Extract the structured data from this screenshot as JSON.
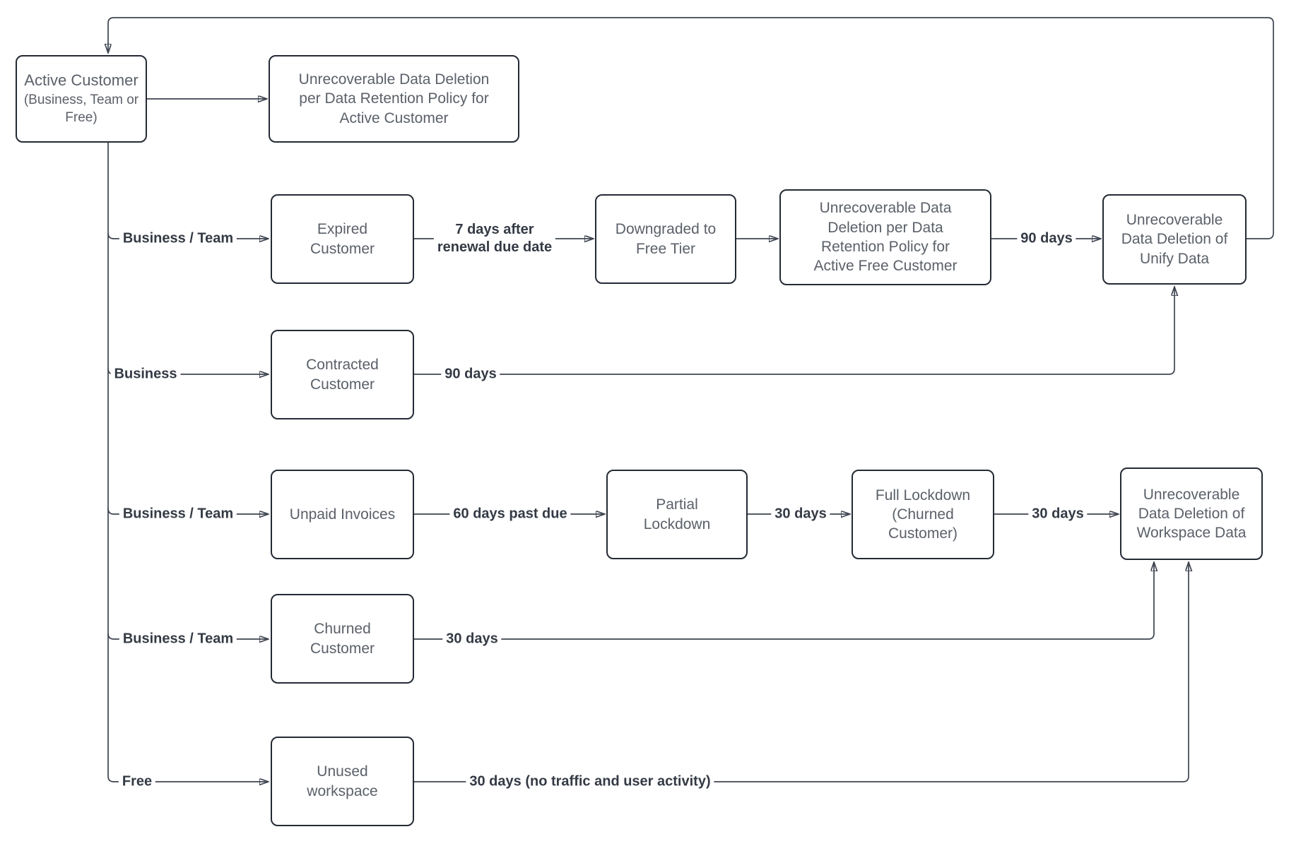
{
  "diagram": {
    "type": "flowchart",
    "background_color": "#ffffff",
    "box_border_color": "#242a34",
    "box_fill_color": "#ffffff",
    "box_text_color": "#5b6069",
    "connector_color": "#3e4450",
    "edge_label_color": "#343a44",
    "nodes": {
      "active_customer": {
        "label": "Active Customer",
        "sublabel": "(Business, Team or\nFree)"
      },
      "deletion_active": {
        "label": "Unrecoverable Data Deletion\nper Data Retention Policy for\nActive Customer"
      },
      "expired_customer": {
        "label": "Expired\nCustomer"
      },
      "downgraded_free_tier": {
        "label": "Downgraded to\nFree Tier"
      },
      "deletion_active_free": {
        "label": "Unrecoverable Data\nDeletion per Data\nRetention Policy for\nActive Free Customer"
      },
      "unify_deletion": {
        "label": "Unrecoverable\nData Deletion of\nUnify Data"
      },
      "contracted_customer": {
        "label": "Contracted\nCustomer"
      },
      "unpaid_invoices": {
        "label": "Unpaid Invoices"
      },
      "partial_lockdown": {
        "label": "Partial\nLockdown"
      },
      "full_lockdown": {
        "label": "Full Lockdown\n(Churned\nCustomer)"
      },
      "workspace_deletion": {
        "label": "Unrecoverable\nData Deletion of\nWorkspace Data"
      },
      "churned_customer": {
        "label": "Churned\nCustomer"
      },
      "unused_workspace": {
        "label": "Unused\nworkspace"
      }
    },
    "edge_labels": {
      "business_team_expired": "Business / Team",
      "seven_days_after_renewal": "7 days after\nrenewal due date",
      "ninety_days_to_unify": "90 days",
      "business_contracted": "Business",
      "ninety_days_contracted": "90 days",
      "business_team_unpaid": "Business / Team",
      "sixty_days_past_due": "60 days past due",
      "thirty_days_partial_to_full": "30 days",
      "thirty_days_full_to_workspace": "30 days",
      "business_team_churned": "Business / Team",
      "thirty_days_churned": "30 days",
      "free_unused": "Free",
      "thirty_days_unused": "30 days (no traffic and user activity)"
    }
  }
}
